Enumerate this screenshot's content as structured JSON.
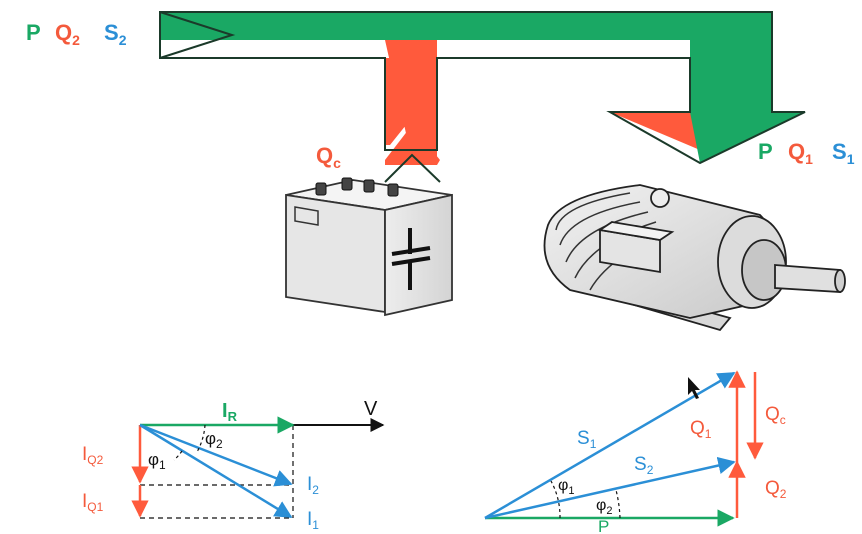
{
  "colors": {
    "green": "#1aa864",
    "red": "#ff5a3c",
    "blue": "#2b8fd6",
    "black": "#111111",
    "label_red": "#f45a3c",
    "label_blue": "#2b8fd6",
    "label_green": "#1aa864"
  },
  "flow": {
    "source_p": "P",
    "source_q": "Q",
    "source_q_sub": "2",
    "source_s": "S",
    "source_s_sub": "2",
    "load_p": "P",
    "load_q": "Q",
    "load_q_sub": "1",
    "load_s": "S",
    "load_s_sub": "1",
    "cap_q": "Q",
    "cap_q_sub": "c"
  },
  "devices": {
    "capacitor_icon": "capacitor-bank",
    "motor_icon": "electric-motor"
  },
  "current_diagram": {
    "ir": "I",
    "ir_sub": "R",
    "v": "V",
    "phi1": "φ",
    "phi1_sub": "1",
    "phi2": "φ",
    "phi2_sub": "2",
    "iq2": "I",
    "iq2_sub": "Q2",
    "iq1": "I",
    "iq1_sub": "Q1",
    "i2": "I",
    "i2_sub": "2",
    "i1": "I",
    "i1_sub": "1"
  },
  "power_triangle": {
    "s1": "S",
    "s1_sub": "1",
    "s2": "S",
    "s2_sub": "2",
    "q1": "Q",
    "q1_sub": "1",
    "qc": "Q",
    "qc_sub": "c",
    "q2": "Q",
    "q2_sub": "2",
    "phi1": "φ",
    "phi1_sub": "1",
    "phi2": "φ",
    "phi2_sub": "2",
    "p": "P"
  }
}
